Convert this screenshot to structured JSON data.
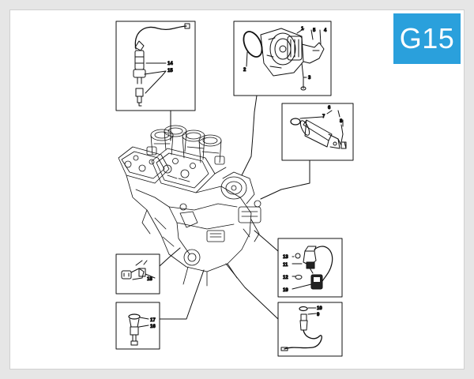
{
  "badge": {
    "label": "G15",
    "color": "#2aa0dc"
  },
  "callouts": {
    "spark": [
      "14",
      "15"
    ],
    "pump": [
      "1",
      "5",
      "4",
      "2",
      "3"
    ],
    "starter": [
      "6",
      "7",
      "8"
    ],
    "sensor18": [
      "18"
    ],
    "relay": [
      "13",
      "11",
      "12",
      "19"
    ],
    "temp": [
      "17",
      "16"
    ],
    "lambda": [
      "10",
      "9"
    ]
  }
}
